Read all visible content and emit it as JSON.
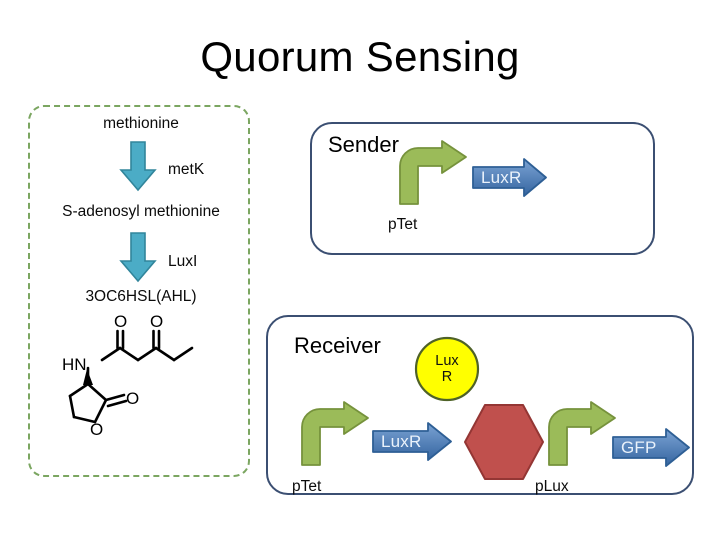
{
  "slide": {
    "title": "Quorum Sensing",
    "background": "#FFFFFF"
  },
  "colors": {
    "dashed_panel_border": "#7BA661",
    "device_box_border": "#3B4F72",
    "down_arrow_fill": "#4BACC6",
    "down_arrow_stroke": "#31859B",
    "promoter_fill": "#9BBB59",
    "promoter_stroke": "#76923C",
    "gene_fill_top": "#6F9BD1",
    "gene_fill_bottom": "#3A6CA8",
    "gene_stroke": "#2E5F95",
    "gene_text": "#EAF2FB",
    "terminator_fill": "#C0504D",
    "terminator_stroke": "#943634",
    "protein_node_fill": "#FFFF00",
    "protein_node_stroke": "#4F6228",
    "molecule_stroke": "#000000"
  },
  "synthesis_panel": {
    "name": "AHL biosynthesis pathway",
    "steps": [
      {
        "label": "methionine"
      },
      {
        "label": "S-adenosyl methionine"
      },
      {
        "label": "3OC6HSL(AHL)"
      }
    ],
    "enzymes": [
      {
        "label": "metK"
      },
      {
        "label": "LuxI"
      }
    ],
    "molecule": {
      "name": "3OC6HSL (N-3-oxohexanoyl-L-homoserine lactone)",
      "atom_labels": [
        "O",
        "O",
        "HN",
        "O",
        "O"
      ]
    }
  },
  "sender": {
    "title": "Sender",
    "promoter": {
      "label": "pTet"
    },
    "genes": [
      {
        "label": "LuxR"
      }
    ]
  },
  "receiver": {
    "title": "Receiver",
    "protein_node": {
      "line1": "Lux",
      "line2": "R"
    },
    "promoters": [
      {
        "label": "pTet"
      },
      {
        "label": "pLux"
      }
    ],
    "genes": [
      {
        "label": "LuxR"
      },
      {
        "label": "GFP"
      }
    ],
    "terminator": {
      "label": ""
    }
  }
}
